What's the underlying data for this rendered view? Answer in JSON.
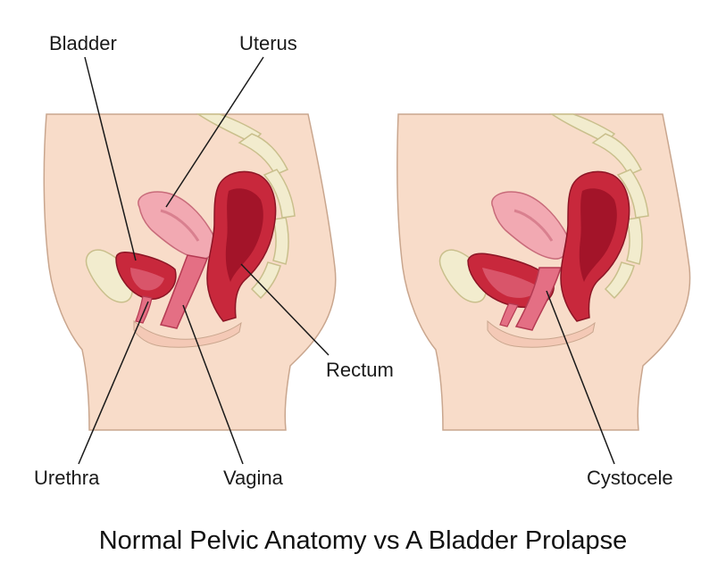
{
  "labels": {
    "bladder": "Bladder",
    "uterus": "Uterus",
    "rectum": "Rectum",
    "urethra": "Urethra",
    "vagina": "Vagina",
    "cystocele": "Cystocele"
  },
  "caption": "Normal Pelvic Anatomy vs A Bladder Prolapse",
  "colors": {
    "skin": "#f8dcc9",
    "skin_outline": "#c9a68e",
    "bone": "#f2ecce",
    "bone_outline": "#c9bf8c",
    "organ_pink": "#f2a9b2",
    "organ_dark": "#c8283c",
    "organ_deep": "#a31429",
    "line": "#1a1a1a"
  }
}
